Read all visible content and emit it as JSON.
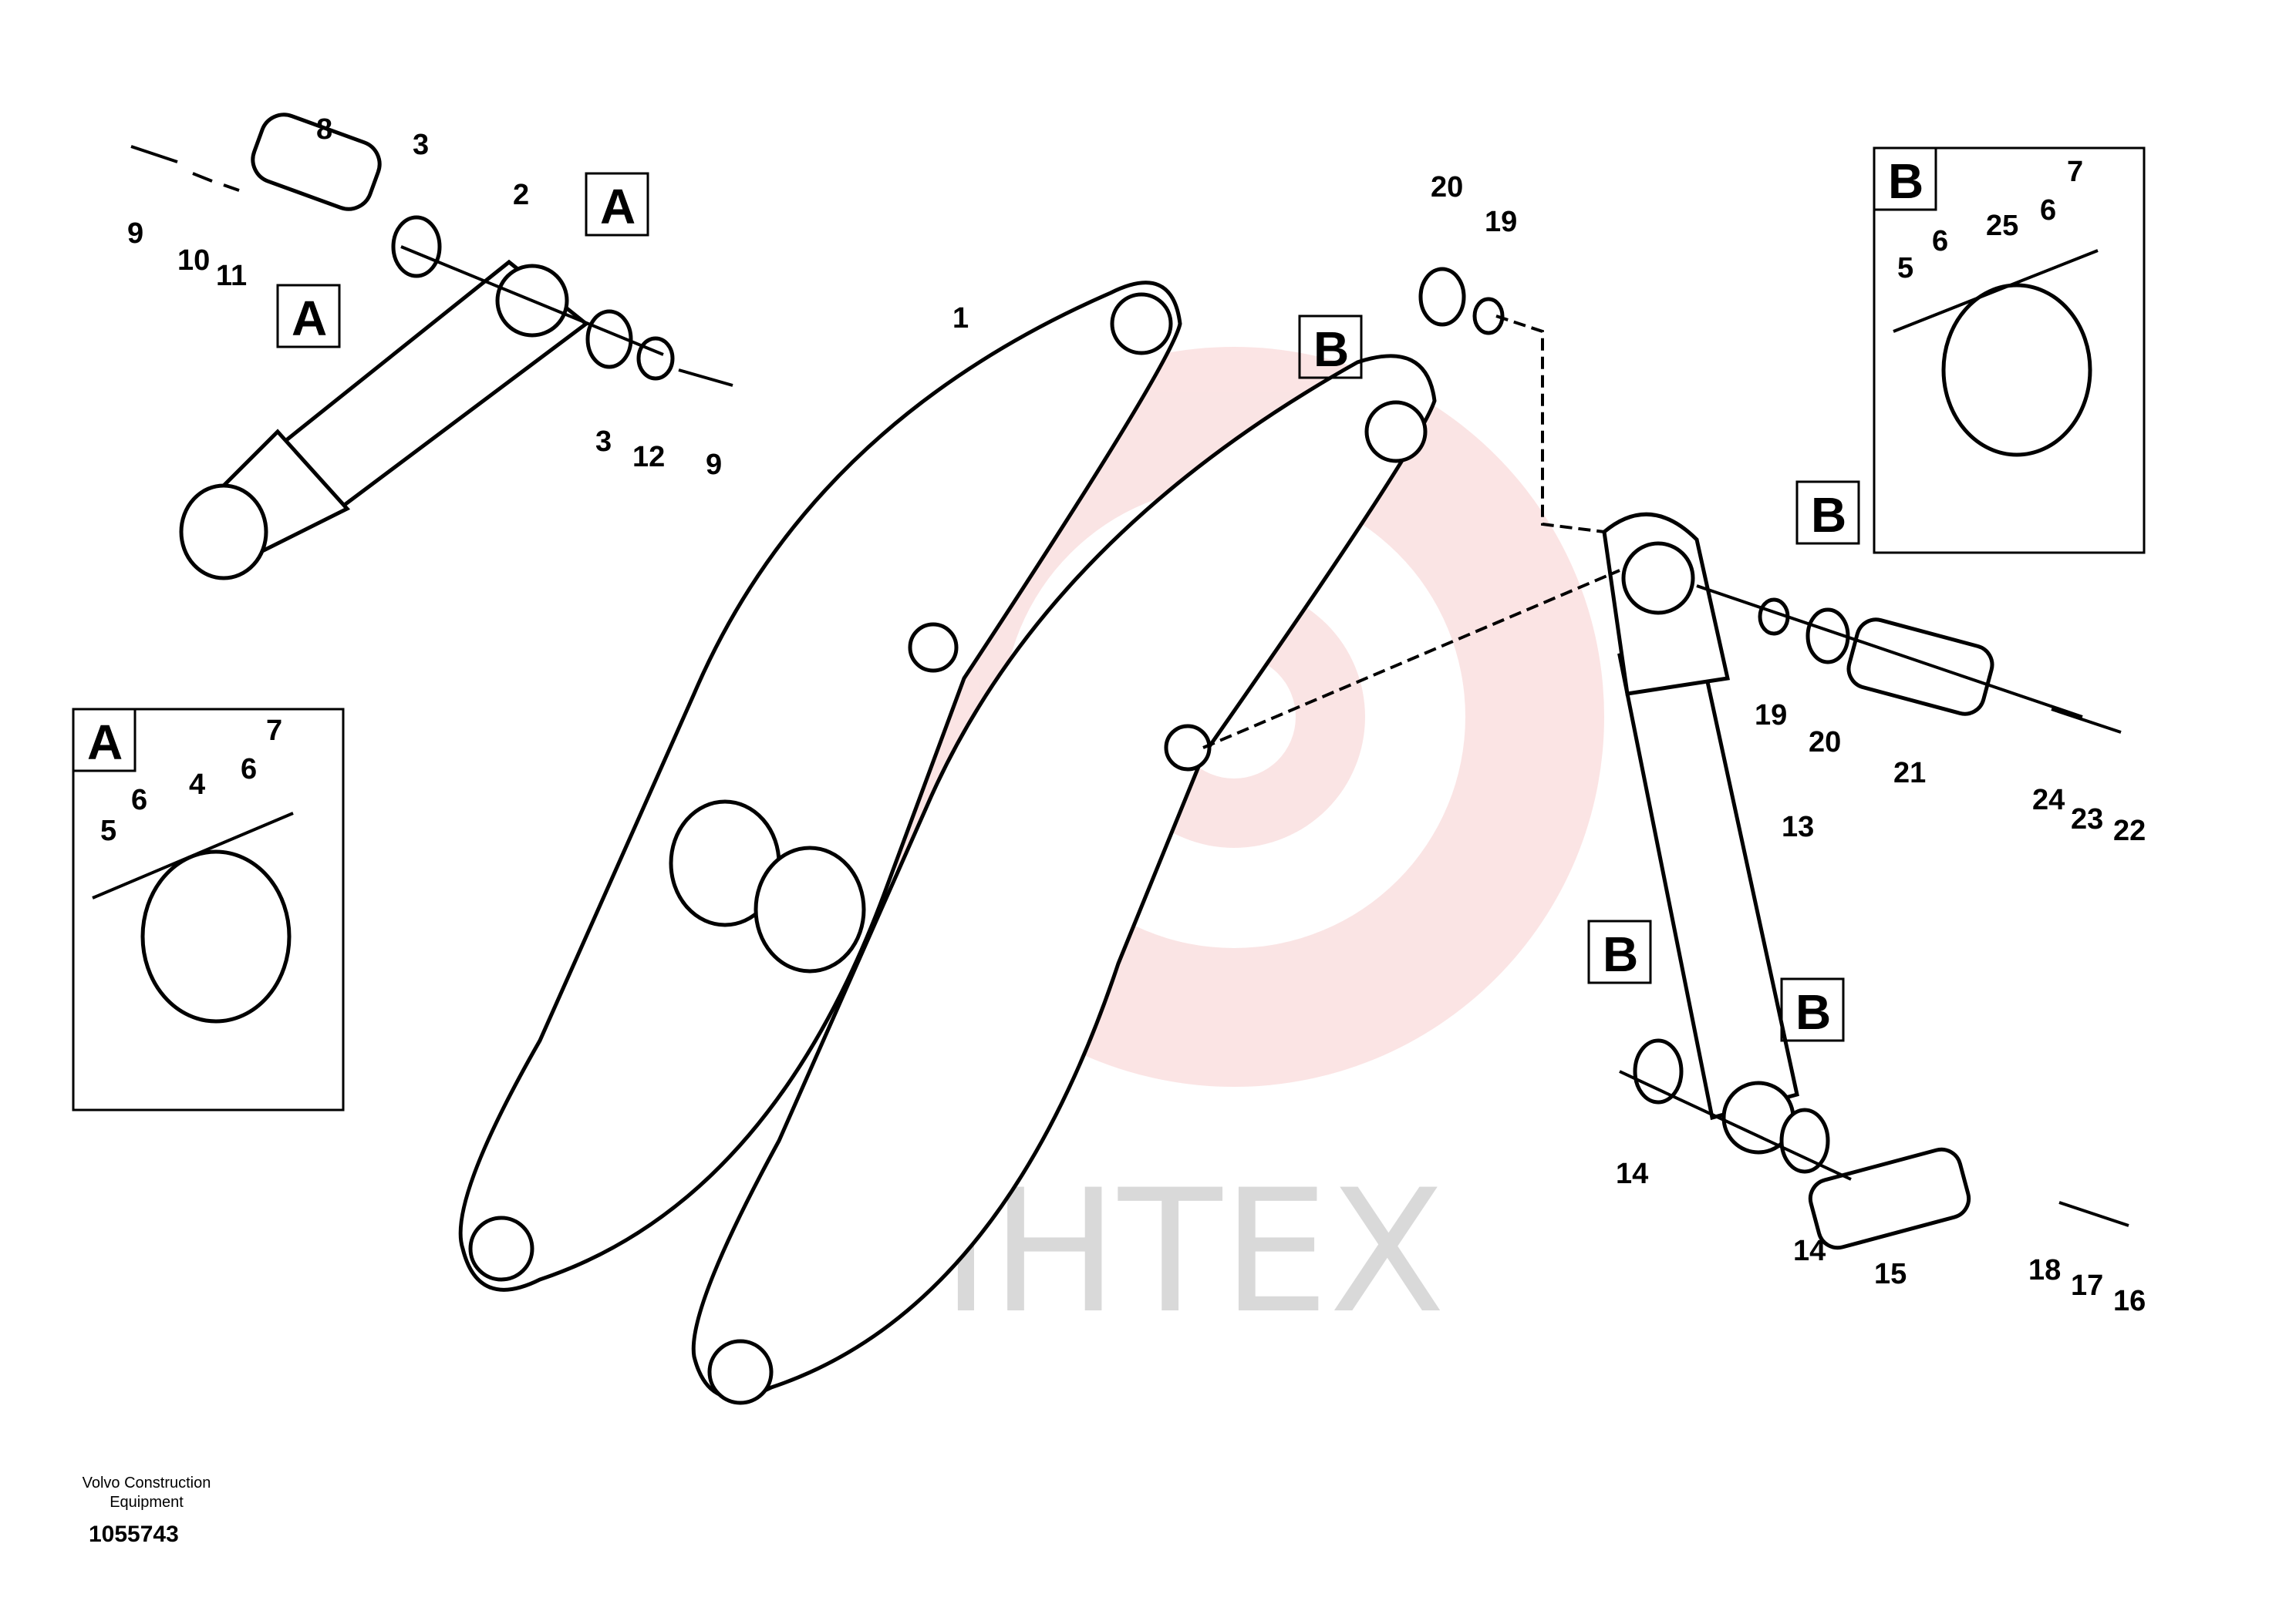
{
  "footer": {
    "company_line1": "Volvo Construction",
    "company_line2": "Equipment",
    "drawing_number": "1055743"
  },
  "watermark": {
    "text": "ИНТЕХ",
    "color": "#e8a0a0"
  },
  "callouts": {
    "A": "A",
    "B": "B"
  },
  "labels": {
    "l1": "1",
    "l2": "2",
    "l3a": "3",
    "l3b": "3",
    "l8": "8",
    "l9a": "9",
    "l9b": "9",
    "l10": "10",
    "l11": "11",
    "l12": "12",
    "l13": "13",
    "l14a": "14",
    "l14b": "14",
    "l15": "15",
    "l16": "16",
    "l17": "17",
    "l18": "18",
    "l19a": "19",
    "l19b": "19",
    "l20a": "20",
    "l20b": "20",
    "l21": "21",
    "l22": "22",
    "l23": "23",
    "l24": "24",
    "A_l4": "4",
    "A_l5": "5",
    "A_l6a": "6",
    "A_l6b": "6",
    "A_l7": "7",
    "B_l25": "25",
    "B_l5": "5",
    "B_l6a": "6",
    "B_l6b": "6",
    "B_l7": "7"
  }
}
